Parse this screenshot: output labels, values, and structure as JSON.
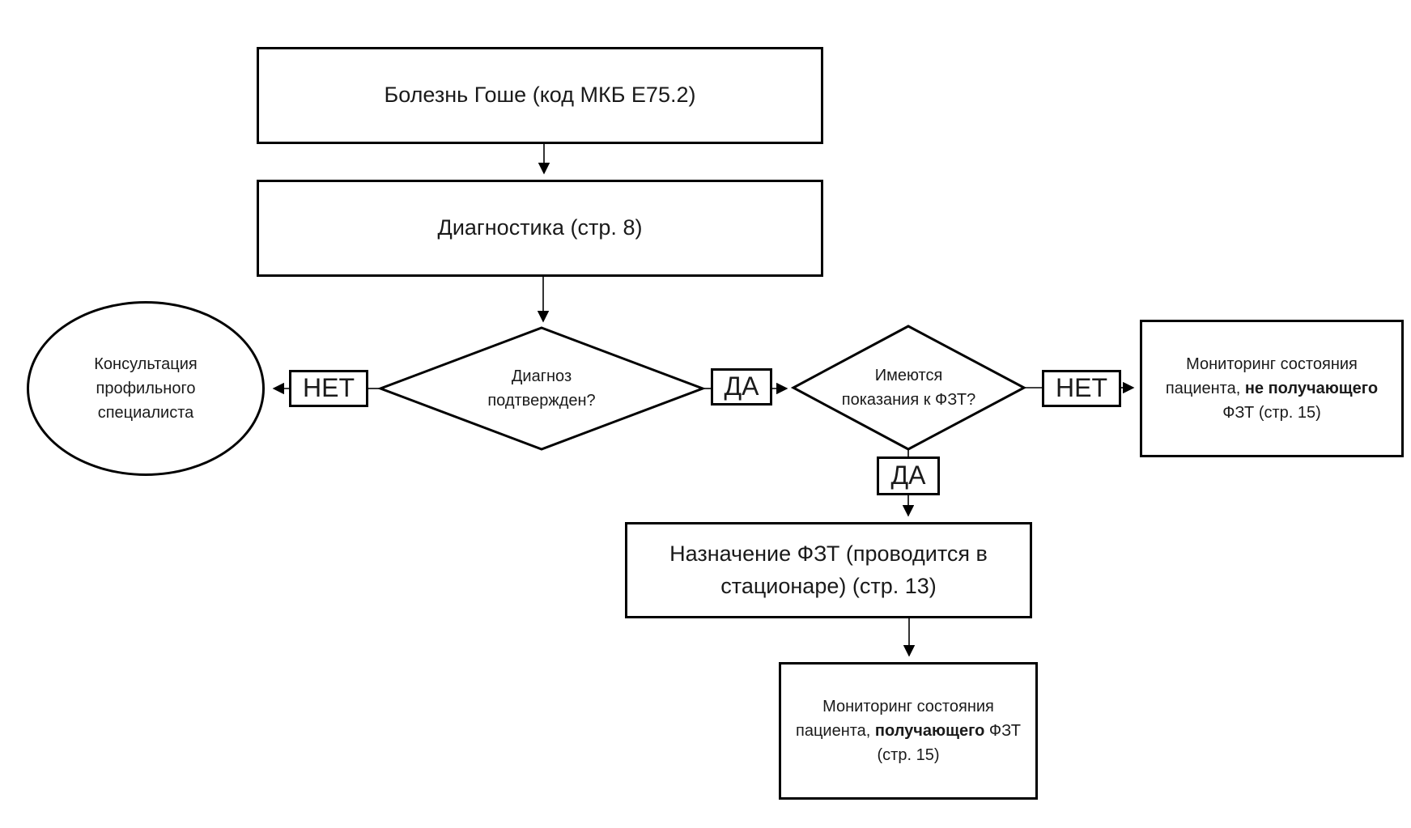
{
  "flowchart": {
    "nodes": {
      "start": "Болезнь Гоше (код МКБ Е75.2)",
      "diagnostics": "Диагностика (стр. 8)",
      "diagnosis_question": "Диагноз подтвержден?",
      "consultation": "Консультация профильного специалиста",
      "no_label_1": "НЕТ",
      "yes_label_1": "ДА",
      "indications_question": "Имеются показания к ФЗТ?",
      "no_label_2": "НЕТ",
      "monitoring_without_ert": {
        "before": "Мониторинг состояния пациента, ",
        "bold": "не получающего",
        "after": " ФЗТ (стр. 15)"
      },
      "yes_label_2": "ДА",
      "prescription": "Назначение ФЗТ (проводится в стационаре) (стр. 13)",
      "monitoring_with_ert": {
        "before": "Мониторинг состояния пациента, ",
        "bold": "получающего",
        "after": " ФЗТ (стр. 15)"
      }
    },
    "colors": {
      "line": "#000000",
      "background": "#ffffff",
      "text": "#1a1a1a"
    }
  }
}
